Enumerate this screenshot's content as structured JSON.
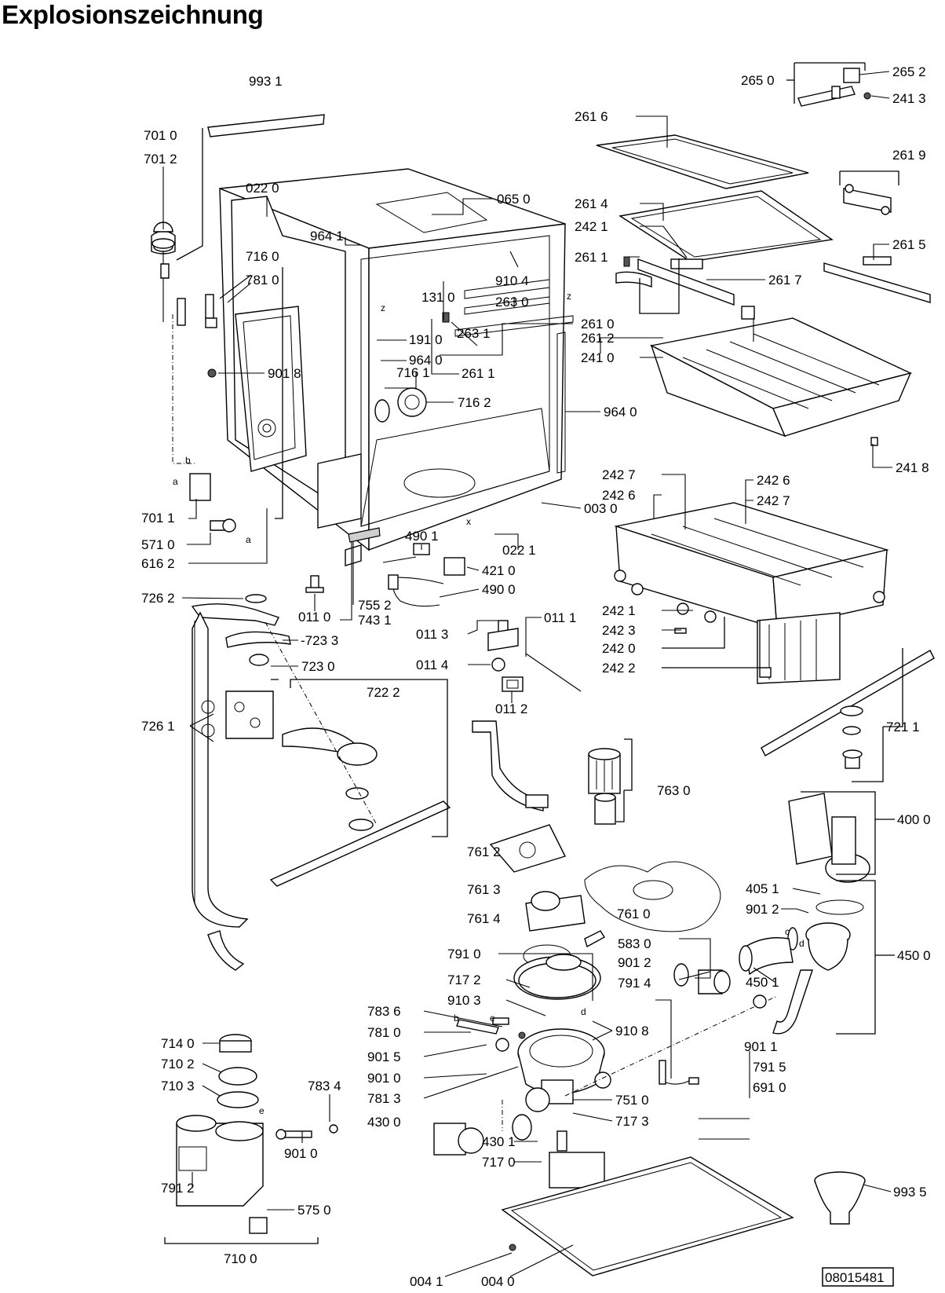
{
  "title": "Explosionszeichnung",
  "drawing_number": "08015481",
  "labels": {
    "p9931": "993 1",
    "p7010": "701 0",
    "p7012": "701 2",
    "p0220": "022 0",
    "p0650": "065 0",
    "p9641": "964 1",
    "p7160": "716 0",
    "p7810": "781 0",
    "p9104": "910 4",
    "p1310": "131 0",
    "p2630": "263 0",
    "p1910": "191 0",
    "p9640": "964 0",
    "p7161": "716 1",
    "p2611": "261 1",
    "p2631": "263 1",
    "p7162": "716 2",
    "p9640b": "964 0",
    "p9018": "901 8",
    "p0030": "003 0",
    "p7011": "701 1",
    "p5710": "571 0",
    "p6162": "616 2",
    "p4901": "490 1",
    "p0221": "022 1",
    "p4210": "421 0",
    "p4900": "490 0",
    "p7262": "726 2",
    "p0110": "011 0",
    "p7552": "755 2",
    "p7431": "743 1",
    "p7233": "-723 3",
    "p7230": "723 0",
    "p0111": "011 1",
    "p0113": "011 3",
    "p0114": "011 4",
    "p0112": "011 2",
    "p7222": "722 2",
    "p7261": "726 1",
    "p2650": "265 0",
    "p2652": "265 2",
    "p2413": "241 3",
    "p2616": "261 6",
    "p2619": "261 9",
    "p2614": "261 4",
    "p2421": "242 1",
    "p2615": "261 5",
    "p2611b": "261 1",
    "p2617": "261 7",
    "p2610": "261 0",
    "p2612": "261 2",
    "p2410": "241 0",
    "p2418": "241 8",
    "p2427": "242 7",
    "p2426": "242 6",
    "p2426b": "242 6",
    "p2427b": "242 7",
    "p2421b": "242 1",
    "p2423": "242 3",
    "p2420": "242 0",
    "p2422": "242 2",
    "p7211": "721 1",
    "p7630": "763 0",
    "p4000": "400 0",
    "p7612": "761 2",
    "p7613": "761 3",
    "p7614": "761 4",
    "p7610": "761 0",
    "p4051": "405 1",
    "p9012": "901 2",
    "p4500": "450 0",
    "p5830": "583 0",
    "p9012b": "901 2",
    "p4501": "450 1",
    "p7910": "791 0",
    "p7914": "791 4",
    "p7172": "717 2",
    "p9103": "910 3",
    "p9108": "910 8",
    "p7836": "783 6",
    "p7810b": "781 0",
    "p9015": "901 5",
    "p9010": "901 0",
    "p7813": "781 3",
    "p4300": "430 0",
    "p4301": "430 1",
    "p7170": "717 0",
    "p7173": "717 3",
    "p7510": "751 0",
    "p9011": "901 1",
    "p7915": "791 5",
    "p6910": "691 0",
    "p7140": "714 0",
    "p7102": "710 2",
    "p7103": "710 3",
    "p7834": "783 4",
    "p9010b": "901 0",
    "p7912": "791 2",
    "p5750": "575 0",
    "p7100": "710 0",
    "p9935": "993 5",
    "p0041": "004 1",
    "p0040": "004 0"
  },
  "markers": {
    "a": "a",
    "b": "b",
    "c": "c",
    "d": "d",
    "e": "e",
    "x": "x",
    "z": "z"
  }
}
